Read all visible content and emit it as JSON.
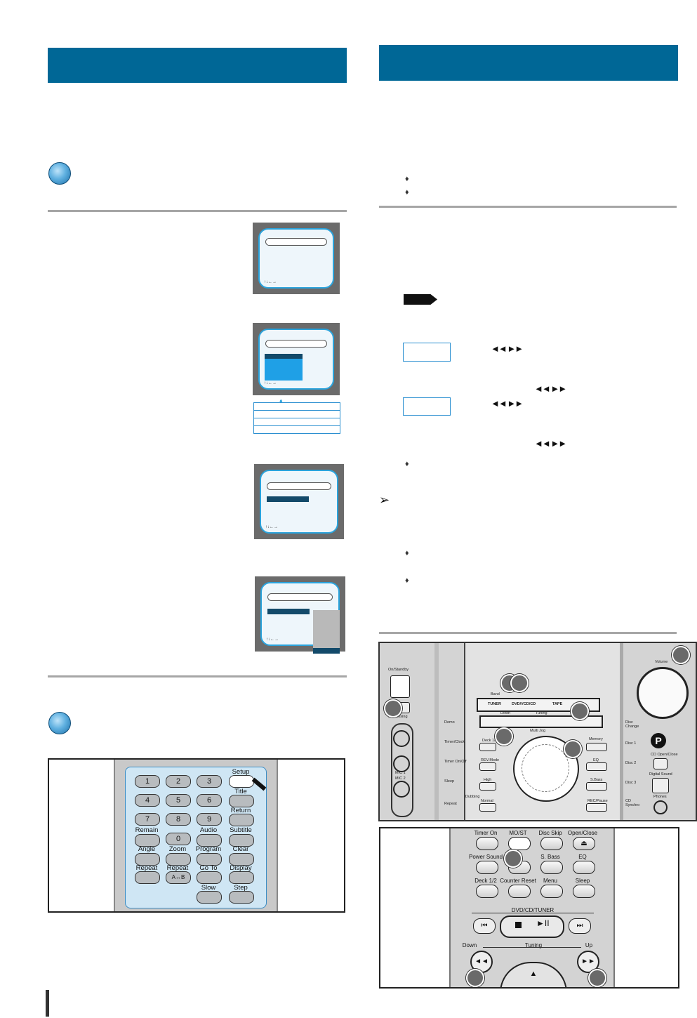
{
  "remote_setup": {
    "keys": [
      "1",
      "2",
      "3",
      "4",
      "5",
      "6",
      "7",
      "8",
      "9",
      "0",
      "A↔B"
    ],
    "labels": [
      "Setup",
      "Title",
      "Return",
      "Remain",
      "Audio",
      "Subtitle",
      "Angle",
      "Zoom",
      "Program",
      "Clear",
      "Repeat",
      "Repeat",
      "Go To",
      "Display",
      "Slow",
      "Step"
    ]
  },
  "front_panel": {
    "top_labels": [
      "On/Standby",
      "Band",
      "TUNER",
      "DVD/VCD/CD",
      "TAPE",
      "Volume"
    ],
    "left_labels": [
      "MIC Mixing",
      "MIC 1",
      "MIC 2",
      "Demo",
      "Timer/Clock",
      "Timer On/Off",
      "Sleep",
      "Repeat"
    ],
    "mid_labels": [
      "Down",
      "Tuning",
      "Deck 1/2",
      "REV.Mode",
      "High",
      "Dubbing",
      "Normal",
      "Multi Jog",
      "Memory",
      "EQ",
      "S.Bass",
      "REC/Pause"
    ],
    "right_labels": [
      "Disc Change",
      "Disc 1",
      "Disc 2",
      "Disc 3",
      "CD Synchro",
      "CD Open/Close",
      "Digital Sound",
      "Phones"
    ]
  },
  "remote_tuner": {
    "labels": [
      "Timer On",
      "MO/ST",
      "Disc Skip",
      "Open/Close",
      "Power Sound",
      "S. Bass",
      "EQ",
      "Deck 1/2",
      "Counter Reset",
      "Menu",
      "Sleep",
      "DVD/CD/TUNER",
      "Down",
      "Tuning",
      "Up"
    ]
  },
  "colors": {
    "header": "#006796",
    "accent": "#2aa3dc",
    "highlight": "#134a6a"
  }
}
